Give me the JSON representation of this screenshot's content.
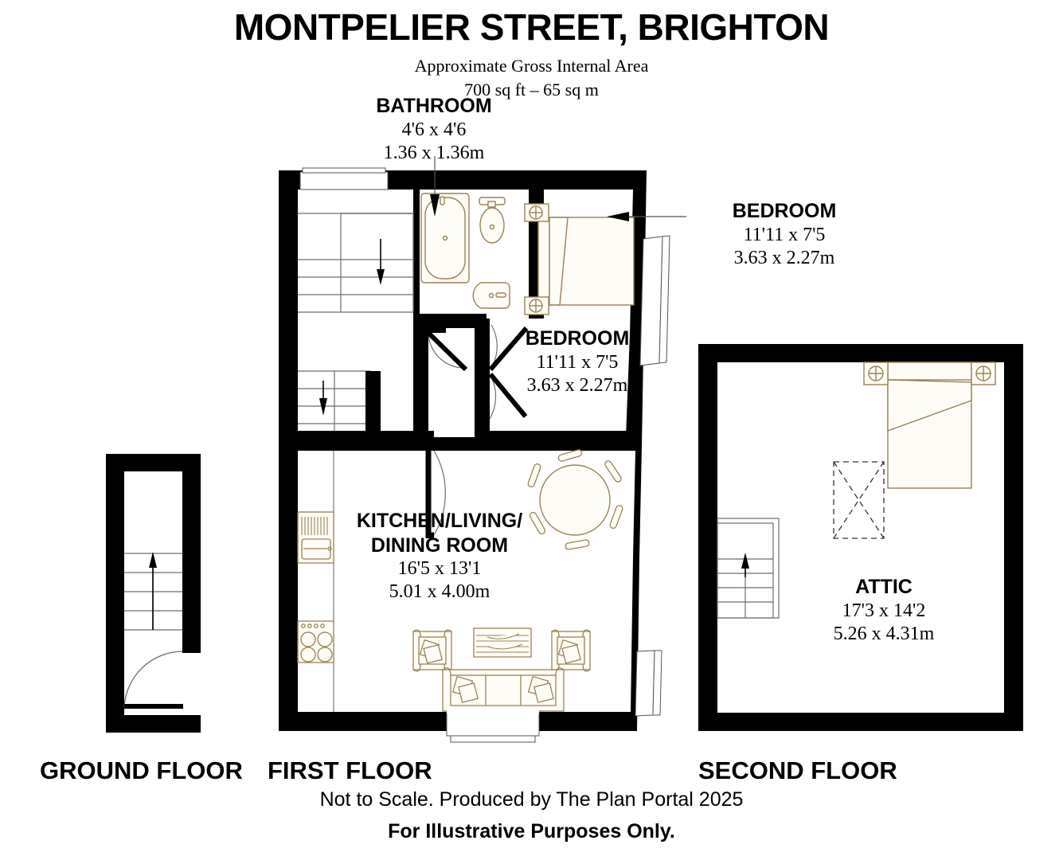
{
  "header": {
    "title": "MONTPELIER STREET, BRIGHTON",
    "area_caption": "Approximate Gross Internal Area",
    "area_value": "700 sq ft – 65 sq m"
  },
  "rooms": [
    {
      "key": "bathroom",
      "name": "BATHROOM",
      "imperial": "4'6 x 4'6",
      "metric": "1.36 x 1.36m"
    },
    {
      "key": "bedroom_upper",
      "name": "BEDROOM",
      "imperial": "11'11 x 7'5",
      "metric": "3.63 x 2.27m"
    },
    {
      "key": "bedroom_lower",
      "name": "BEDROOM",
      "imperial": "11'11 x 7'5",
      "metric": "3.63 x 2.27m"
    },
    {
      "key": "kitchen_living_dining",
      "name": "KITCHEN/LIVING/ DINING ROOM",
      "imperial": "16'5 x 13'1",
      "metric": "5.01 x 4.00m"
    },
    {
      "key": "attic",
      "name": "ATTIC",
      "imperial": "17'3 x 14'2",
      "metric": "5.26 x 4.31m"
    }
  ],
  "floors": [
    {
      "key": "ground",
      "caption": "GROUND FLOOR"
    },
    {
      "key": "first",
      "caption": "FIRST FLOOR"
    },
    {
      "key": "second",
      "caption": "SECOND FLOOR"
    }
  ],
  "footer": {
    "note": "Not to Scale. Produced by The Plan Portal 2025",
    "disclaimer": "For Illustrative Purposes Only."
  },
  "colors": {
    "wall": "#000000",
    "furniture": "#9a8355",
    "background": "#ffffff",
    "stair_line": "#6e6e6e",
    "text": "#000000"
  },
  "fixtures": {
    "ground": [
      "staircase-up",
      "entrance-door"
    ],
    "first": [
      "bathtub",
      "toilet",
      "wash-basin",
      "staircase-down-upper",
      "staircase-down-lower",
      "bed-double",
      "bedside-table-left",
      "bedside-table-right",
      "kitchen-sink",
      "hob-cooker",
      "round-dining-table",
      "dining-chairs",
      "sofa",
      "armchair-left",
      "armchair-right",
      "coffee-table",
      "window-top",
      "window-right-upper",
      "window-right-lower",
      "bay-window-bottom",
      "door-swing-bathroom",
      "door-swing-bedroom",
      "door-swing-living"
    ],
    "second": [
      "bed-double",
      "bedside-table-left",
      "bedside-table-right",
      "skylight-hatch",
      "staircase-up"
    ]
  }
}
